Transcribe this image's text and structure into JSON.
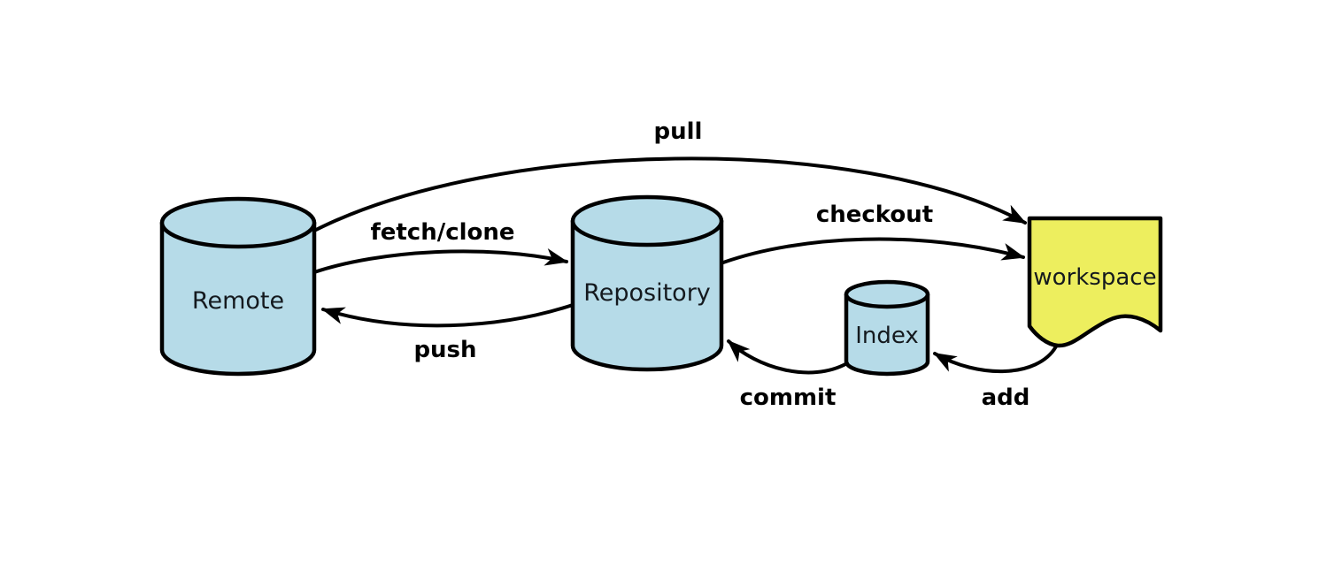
{
  "diagram": {
    "nodes": {
      "remote": {
        "label": "Remote",
        "shape": "cylinder"
      },
      "repository": {
        "label": "Repository",
        "shape": "cylinder"
      },
      "index": {
        "label": "Index",
        "shape": "cylinder"
      },
      "workspace": {
        "label": "workspace",
        "shape": "document"
      }
    },
    "arrows": {
      "pull": {
        "label": "pull",
        "from": "remote",
        "to": "workspace"
      },
      "fetch_clone": {
        "label": "fetch/clone",
        "from": "remote",
        "to": "repository"
      },
      "push": {
        "label": "push",
        "from": "repository",
        "to": "remote"
      },
      "checkout": {
        "label": "checkout",
        "from": "repository",
        "to": "workspace"
      },
      "commit": {
        "label": "commit",
        "from": "index",
        "to": "repository"
      },
      "add": {
        "label": "add",
        "from": "workspace",
        "to": "index"
      }
    }
  },
  "colors": {
    "cylinder-fill": "#b6dbe8",
    "document-fill": "#edee5e",
    "stroke": "#000000",
    "node-text": "#14191e",
    "label-text": "#000000",
    "background": "#ffffff"
  }
}
